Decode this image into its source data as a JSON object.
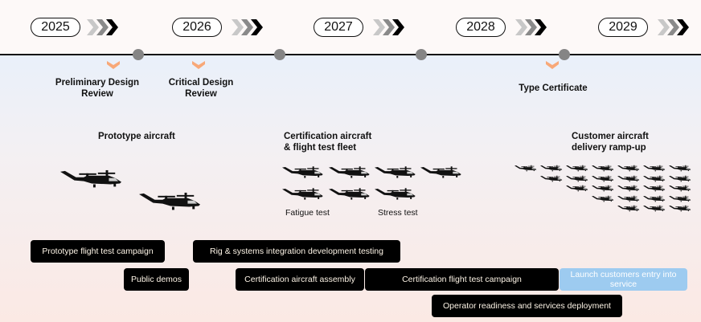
{
  "years": [
    "2025",
    "2026",
    "2027",
    "2028",
    "2029"
  ],
  "milestones": [
    {
      "label": "Preliminary Design Review"
    },
    {
      "label": "Critical Design Review"
    },
    {
      "label": "Type Certificate"
    }
  ],
  "phases": {
    "prototype": {
      "title": "Prototype aircraft",
      "aircraft_count": 2
    },
    "certification": {
      "title_line1": "Certification aircraft",
      "title_line2": "& flight test fleet",
      "aircraft_count": 7,
      "fatigue_label": "Fatigue test",
      "stress_label": "Stress test"
    },
    "customer": {
      "title_line1": "Customer aircraft",
      "title_line2": "delivery ramp-up",
      "rows": [
        7,
        6,
        5,
        4,
        3
      ]
    }
  },
  "activities": [
    {
      "label": "Prototype flight test campaign"
    },
    {
      "label": "Public demos"
    },
    {
      "label": "Rig & systems integration development testing"
    },
    {
      "label": "Certification aircraft assembly"
    },
    {
      "label": "Certification flight test campaign"
    },
    {
      "label": "Launch customers entry into service"
    },
    {
      "label": "Operator readiness and services deployment"
    }
  ],
  "colors": {
    "accent": "#f8a878",
    "blue": "#9dcbf0",
    "dot": "#858585"
  }
}
